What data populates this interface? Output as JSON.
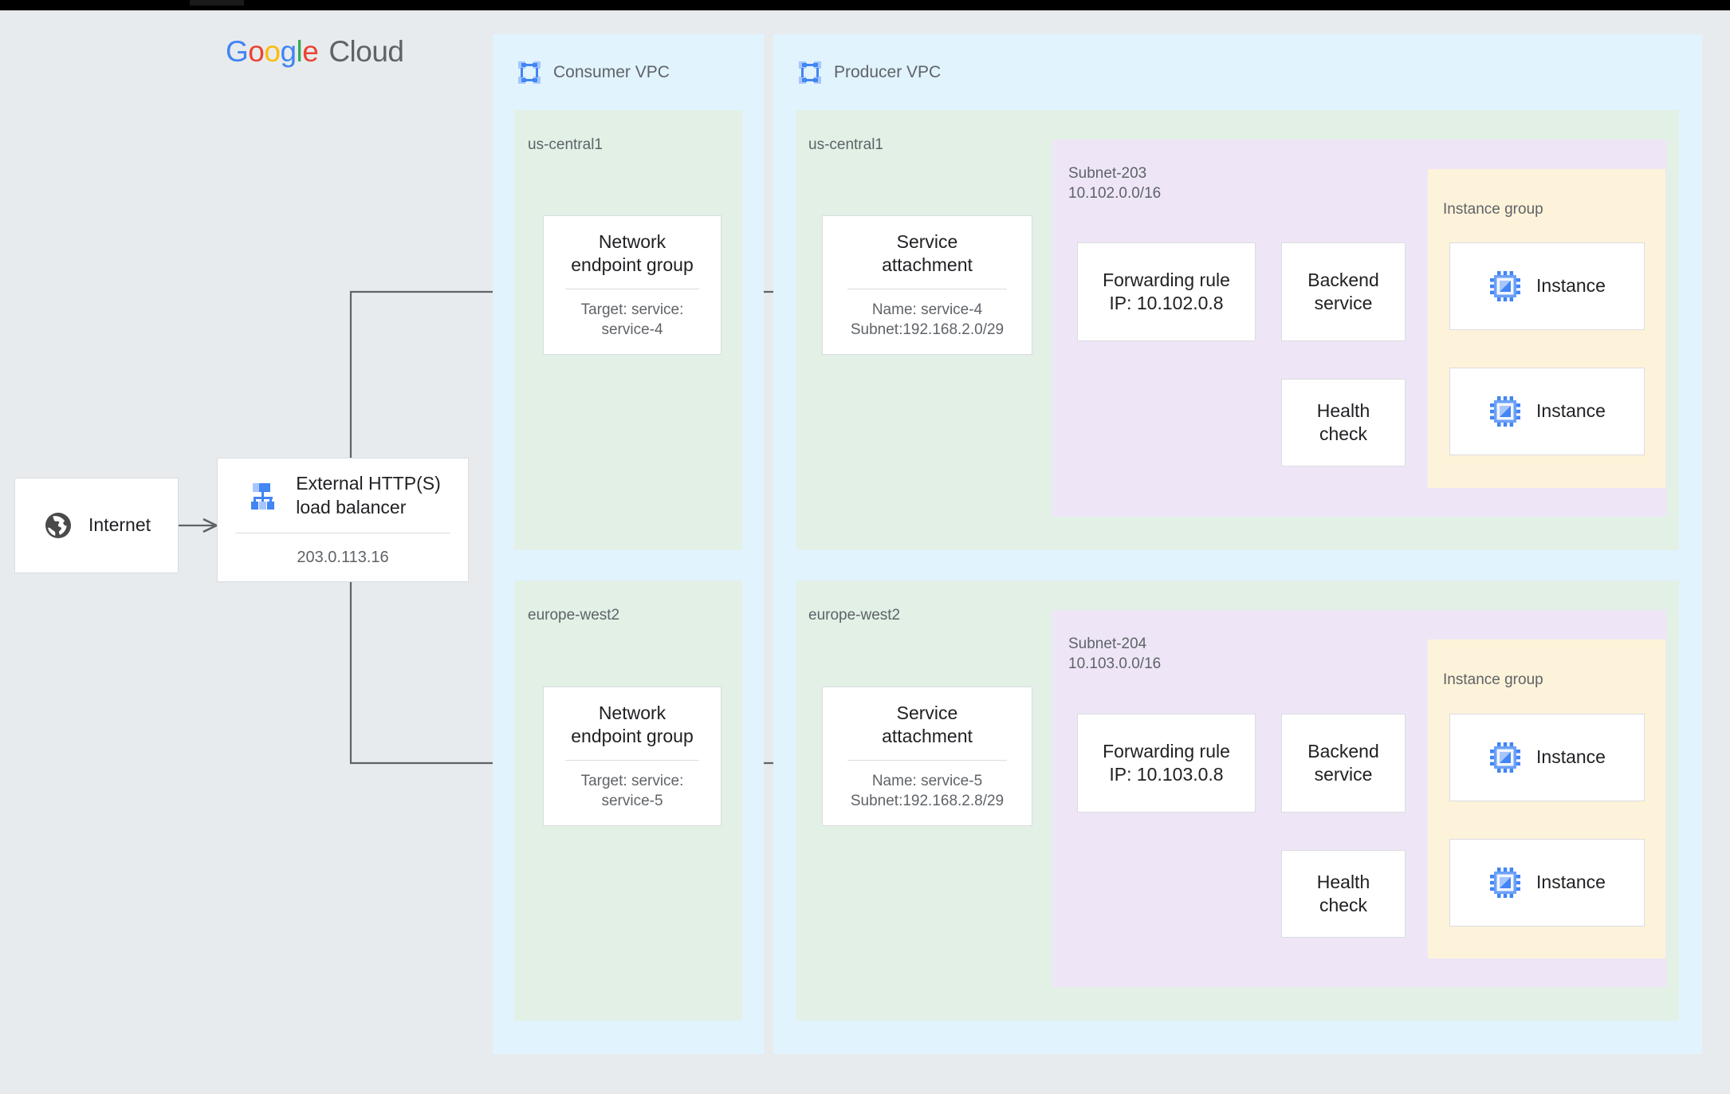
{
  "brand": {
    "logo_text": "Google Cloud",
    "logo_parts": [
      "G",
      "o",
      "o",
      "g",
      "l",
      "e"
    ],
    "colors": {
      "blue": "#4285F4",
      "red": "#EA4335",
      "yellow": "#FBBC05",
      "green": "#34A853",
      "gray": "#5F6368"
    }
  },
  "palette": {
    "canvas": "#e8ebed",
    "vpc": "#e1f3fd",
    "region": "#e2f0e6",
    "subnet": "#eee6f6",
    "instance_group": "#fdf3da",
    "card": "#ffffff",
    "card_border": "#dadce0",
    "text": "#202124",
    "muted": "#5f6368",
    "wire": "#5f6368"
  },
  "internet": {
    "label": "Internet",
    "icon": "globe-icon"
  },
  "load_balancer": {
    "title": "External HTTP(S)\nload balancer",
    "title_line1": "External HTTP(S)",
    "title_line2": "load balancer",
    "ip": "203.0.113.16",
    "icon": "load-balancer-icon"
  },
  "consumer_vpc": {
    "title": "Consumer VPC",
    "icon": "vpc-icon",
    "regions": [
      {
        "name": "us-central1",
        "neg": {
          "title_line1": "Network",
          "title_line2": "endpoint group",
          "sub": "Target: service:\nservice-4"
        }
      },
      {
        "name": "europe-west2",
        "neg": {
          "title_line1": "Network",
          "title_line2": "endpoint group",
          "sub": "Target: service:\nservice-5"
        }
      }
    ]
  },
  "producer_vpc": {
    "title": "Producer VPC",
    "icon": "vpc-icon",
    "regions": [
      {
        "name": "us-central1",
        "service_attachment": {
          "title_line1": "Service",
          "title_line2": "attachment",
          "sub": "Name: service-4\nSubnet:192.168.2.0/29"
        },
        "subnet": {
          "name": "Subnet-203",
          "cidr": "10.102.0.0/16",
          "label": "Subnet-203\n10.102.0.0/16"
        },
        "forwarding_rule": {
          "title_line1": "Forwarding rule",
          "title_line2": "IP: 10.102.0.8"
        },
        "backend_service": {
          "title_line1": "Backend",
          "title_line2": "service"
        },
        "health_check": {
          "title_line1": "Health",
          "title_line2": "check"
        },
        "instance_group": {
          "label": "Instance group",
          "instances": [
            {
              "label": "Instance",
              "icon": "instance-chip-icon"
            },
            {
              "label": "Instance",
              "icon": "instance-chip-icon"
            }
          ]
        }
      },
      {
        "name": "europe-west2",
        "service_attachment": {
          "title_line1": "Service",
          "title_line2": "attachment",
          "sub": "Name: service-5\nSubnet:192.168.2.8/29"
        },
        "subnet": {
          "name": "Subnet-204",
          "cidr": "10.103.0.0/16",
          "label": "Subnet-204\n10.103.0.0/16"
        },
        "forwarding_rule": {
          "title_line1": "Forwarding rule",
          "title_line2": "IP: 10.103.0.8"
        },
        "backend_service": {
          "title_line1": "Backend",
          "title_line2": "service"
        },
        "health_check": {
          "title_line1": "Health",
          "title_line2": "check"
        },
        "instance_group": {
          "label": "Instance group",
          "instances": [
            {
              "label": "Instance",
              "icon": "instance-chip-icon"
            },
            {
              "label": "Instance",
              "icon": "instance-chip-icon"
            }
          ]
        }
      }
    ]
  }
}
